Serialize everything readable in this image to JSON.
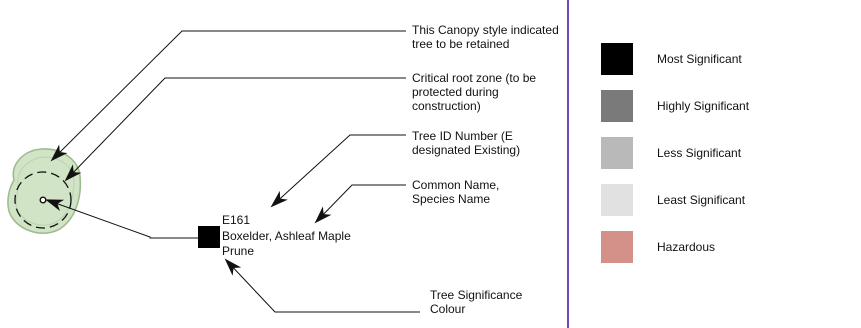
{
  "tree": {
    "id": "E161",
    "common_name": "Boxelder, Ashleaf Maple",
    "action": "Prune"
  },
  "annotations": {
    "canopy": "This Canopy style indicated tree to be retained",
    "root_zone": "Critical root zone (to be protected during construction)",
    "tree_id": "Tree ID Number (E designated Existing)",
    "names": "Common Name, Species Name",
    "significance": "Tree Significance Colour"
  },
  "legend": {
    "items": [
      {
        "label": "Most Significant",
        "color": "#000000"
      },
      {
        "label": "Highly Significant",
        "color": "#7a7a7a"
      },
      {
        "label": "Less Significant",
        "color": "#b9b9b9"
      },
      {
        "label": "Least Significant",
        "color": "#e1e1e1"
      },
      {
        "label": "Hazardous",
        "color": "#d4918a"
      }
    ]
  },
  "colors": {
    "canopy_fill": "#cfe3c2",
    "canopy_stroke": "#9ab98c",
    "divider": "#6b49b8",
    "tree_marker": "#000000"
  }
}
